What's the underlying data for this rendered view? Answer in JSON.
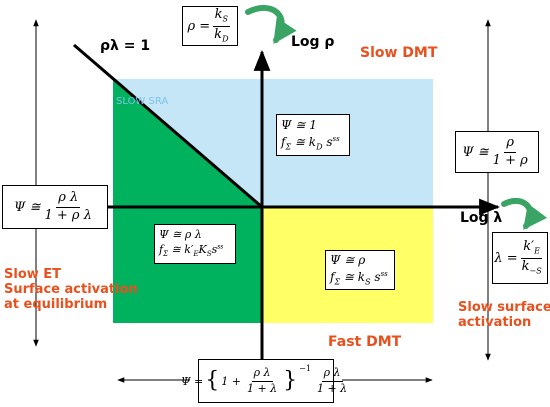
{
  "colors": {
    "blue_region": "#c4e6f7",
    "green_region": "#00b25e",
    "yellow_region": "#ffff66",
    "annotation_red": "#e8501e",
    "curved_arrow_green": "#3aa464"
  },
  "axes": {
    "x_label": "Log λ",
    "y_label": "Log ρ",
    "diagonal_label": "ρλ = 1"
  },
  "annotations": {
    "slow_dmt": "Slow DMT",
    "fast_dmt": "Fast DMT",
    "slow_et_lines": [
      "Slow ET",
      "Surface activation",
      "at equilibrium"
    ],
    "slow_surface_lines": [
      "Slow surface",
      "activation"
    ],
    "faint_watermark": "SLOW SRA"
  },
  "formulas": {
    "rho_def": {
      "lhs": "ρ =",
      "num": "k",
      "num_sub": "S",
      "den": "k",
      "den_sub": "D"
    },
    "lambda_def": {
      "lhs": "λ =",
      "num": "k′",
      "num_sub": "E",
      "den": "k",
      "den_sub": "−S"
    },
    "psi_rho": {
      "lhs": "Ψ ≅",
      "num": "ρ",
      "den": "1 + ρ"
    },
    "psi_rholambda": {
      "lhs": "Ψ ≅",
      "num": "ρ λ",
      "den": "1 + ρ λ"
    },
    "blue_zone": {
      "psi": "Ψ ≅ 1",
      "f_prefix": "f",
      "f_sub": "Σ",
      "f_eq": " ≅ ",
      "f_k": "k",
      "f_k_sub": "D",
      "f_s": "s",
      "f_s_sup": "ss"
    },
    "green_zone": {
      "psi": "Ψ ≅ ρ λ",
      "f_prefix": "f",
      "f_sub": "Σ",
      "f_eq": " ≅ ",
      "f_k": "k′",
      "f_k_sub": "E",
      "f_K": "K",
      "f_K_sub": "S",
      "f_s": "s",
      "f_s_sup": "ss"
    },
    "yellow_zone": {
      "psi": "Ψ ≅ ρ",
      "f_prefix": "f",
      "f_sub": "Σ",
      "f_eq": " ≅ ",
      "f_k": "k",
      "f_k_sub": "S",
      "f_s": "s",
      "f_s_sup": "ss"
    },
    "bottom": {
      "lhs": "Ψ =",
      "brace_open": "{",
      "brace_close": "}",
      "one_plus": "1 +",
      "inner_num": "ρ λ",
      "inner_den": "1 + λ",
      "exp": "−1",
      "right_num": "ρ λ",
      "right_den": "1 + λ"
    }
  }
}
